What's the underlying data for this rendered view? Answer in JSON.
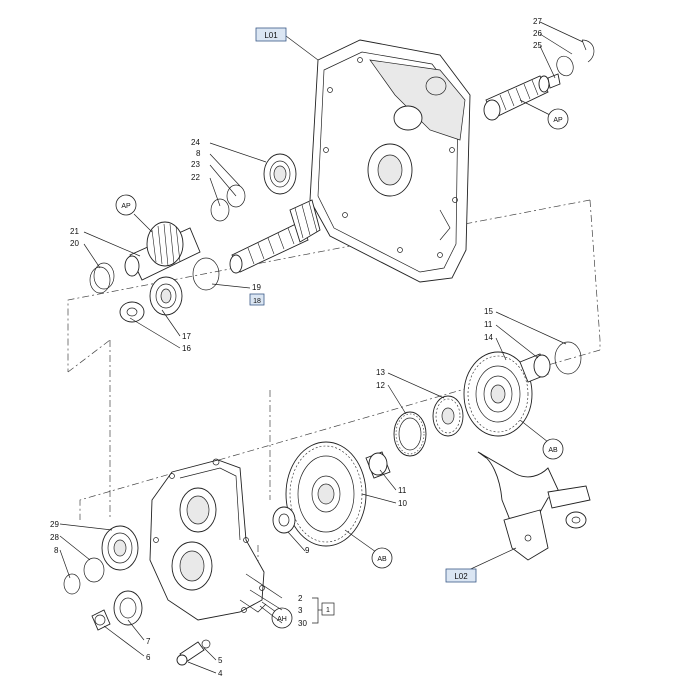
{
  "diagram": {
    "callouts": {
      "n27": "27",
      "n26": "26",
      "n25": "25",
      "n24": "24",
      "n8a": "8",
      "n23": "23",
      "n22": "22",
      "n21": "21",
      "n20": "20",
      "n19": "19",
      "n17": "17",
      "n16": "16",
      "n15": "15",
      "n11a": "11",
      "n14": "14",
      "n13": "13",
      "n12": "12",
      "n11b": "11",
      "n10": "10",
      "n9": "9",
      "n29": "29",
      "n28": "28",
      "n8b": "8",
      "n2": "2",
      "n3": "3",
      "n30": "30",
      "n1": "1",
      "n7": "7",
      "n6": "6",
      "n5": "5",
      "n4": "4"
    },
    "ref_boxes": {
      "l01": "L01",
      "l02": "L02",
      "b18": "18"
    },
    "circle_labels": {
      "ap_top": "AP",
      "ap_left": "AP",
      "ab_right": "AB",
      "ab_center": "AB",
      "ah": "AH"
    }
  }
}
